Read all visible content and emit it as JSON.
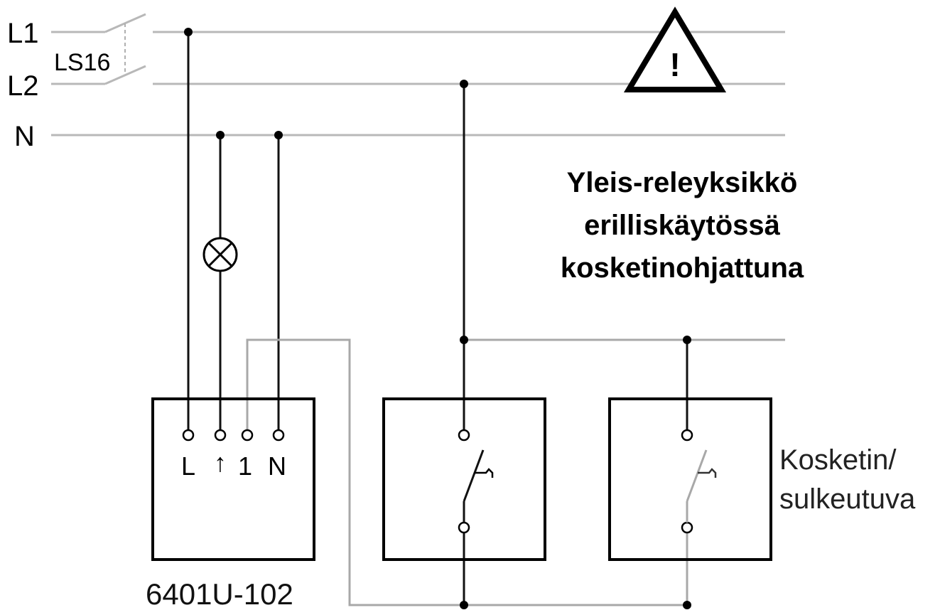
{
  "bus_labels": {
    "l1": "L1",
    "l2": "L2",
    "n": "N"
  },
  "breaker_label": "LS16",
  "warning_symbol": "!",
  "title_lines": [
    "Yleis-releyksikkö",
    "erilliskäytössä",
    "kosketinohjattuna"
  ],
  "terminal_labels": {
    "l": "L",
    "arrow": "↑",
    "one": "1",
    "n": "N"
  },
  "contact_label_lines": [
    "Kosketin/",
    "sulkeutuva"
  ],
  "module_label": "6401U-102",
  "icons": [
    "lamp-icon",
    "warning-triangle-icon",
    "switch-contact-icon"
  ]
}
